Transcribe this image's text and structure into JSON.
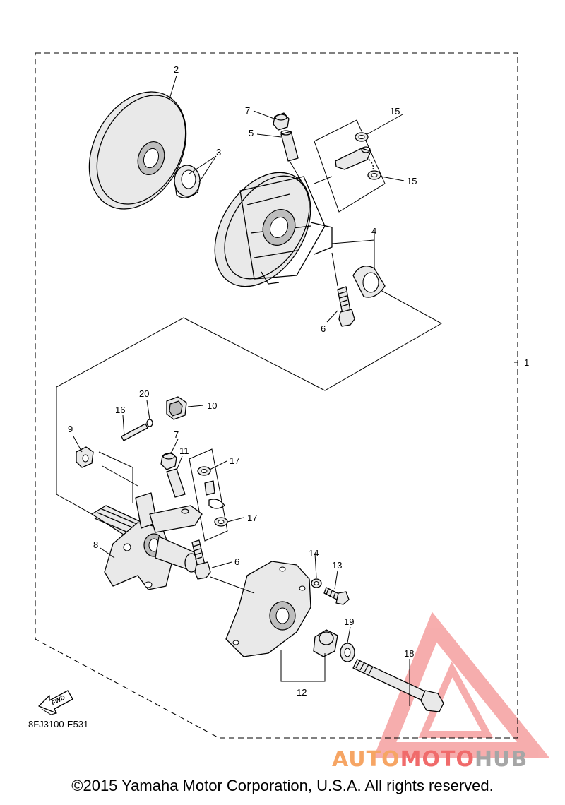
{
  "diagram": {
    "callouts": {
      "c1": "1",
      "c2": "2",
      "c3": "3",
      "c4": "4",
      "c5": "5",
      "c6a": "6",
      "c6b": "6",
      "c7a": "7",
      "c7b": "7",
      "c8": "8",
      "c9": "9",
      "c10": "10",
      "c11": "11",
      "c12": "12",
      "c13": "13",
      "c14": "14",
      "c15a": "15",
      "c15b": "15",
      "c16": "16",
      "c17a": "17",
      "c17b": "17",
      "c18": "18",
      "c19": "19",
      "c20": "20"
    },
    "fwd_label": "FWD",
    "diagram_code": "8FJ3100-E531"
  },
  "watermark": {
    "part1": "AUTO",
    "part2": "MOTO",
    "part3": "HUB"
  },
  "copyright": "©2015 Yamaha Motor Corporation, U.S.A. All rights reserved.",
  "colors": {
    "watermark_red": "#f06b6b",
    "watermark_orange": "#f6a564",
    "watermark_gray": "#a6a6a6"
  }
}
